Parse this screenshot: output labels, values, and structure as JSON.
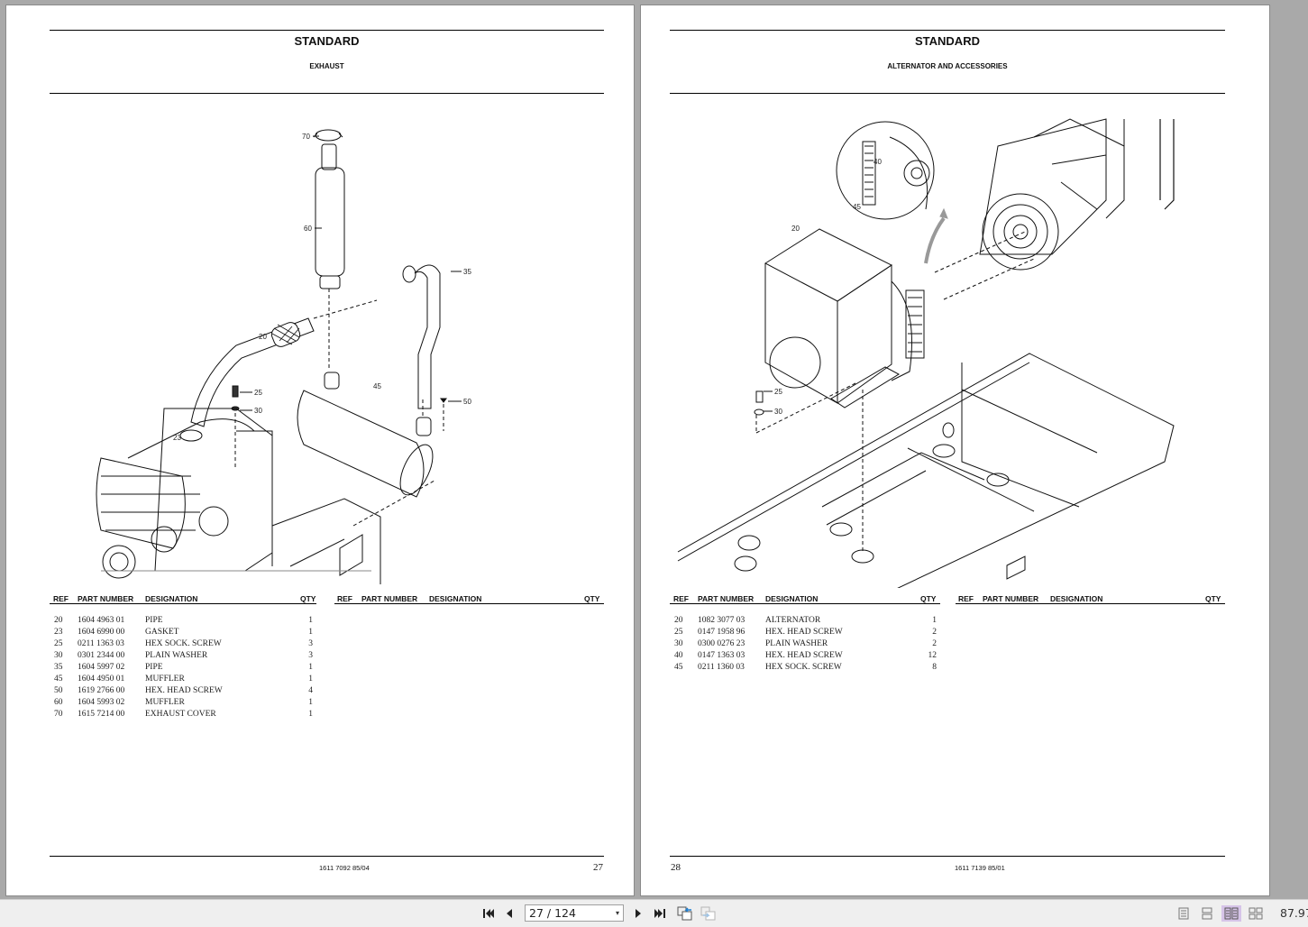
{
  "left_page": {
    "title": "STANDARD",
    "subtitle": "EXHAUST",
    "illustration": "exhaust-exploded-view",
    "callouts": [
      "70",
      "60",
      "35",
      "20",
      "25",
      "30",
      "23",
      "45",
      "50"
    ],
    "table_headers": {
      "ref": "REF",
      "part_number": "PART NUMBER",
      "designation": "DESIGNATION",
      "qty": "QTY"
    },
    "rows": [
      {
        "ref": "20",
        "part_number": "1604 4963 01",
        "designation": "PIPE",
        "qty": "1"
      },
      {
        "ref": "23",
        "part_number": "1604 6990 00",
        "designation": "GASKET",
        "qty": "1"
      },
      {
        "ref": "25",
        "part_number": "0211 1363 03",
        "designation": "HEX SOCK. SCREW",
        "qty": "3"
      },
      {
        "ref": "30",
        "part_number": "0301 2344 00",
        "designation": "PLAIN WASHER",
        "qty": "3"
      },
      {
        "ref": "35",
        "part_number": "1604 5997 02",
        "designation": "PIPE",
        "qty": "1"
      },
      {
        "ref": "45",
        "part_number": "1604 4950 01",
        "designation": "MUFFLER",
        "qty": "1"
      },
      {
        "ref": "50",
        "part_number": "1619 2766 00",
        "designation": "HEX. HEAD SCREW",
        "qty": "4"
      },
      {
        "ref": "60",
        "part_number": "1604 5993 02",
        "designation": "MUFFLER",
        "qty": "1"
      },
      {
        "ref": "70",
        "part_number": "1615 7214 00",
        "designation": "EXHAUST COVER",
        "qty": "1"
      }
    ],
    "footer_code": "1611 7092 85/04",
    "page_number": "27"
  },
  "right_page": {
    "title": "STANDARD",
    "subtitle": "ALTERNATOR AND ACCESSORIES",
    "illustration": "alternator-exploded-view",
    "callouts": [
      "40",
      "45",
      "20",
      "25",
      "30"
    ],
    "table_headers": {
      "ref": "REF",
      "part_number": "PART NUMBER",
      "designation": "DESIGNATION",
      "qty": "QTY"
    },
    "rows": [
      {
        "ref": "20",
        "part_number": "1082 3077 03",
        "designation": "ALTERNATOR",
        "qty": "1"
      },
      {
        "ref": "25",
        "part_number": "0147 1958 96",
        "designation": "HEX. HEAD SCREW",
        "qty": "2"
      },
      {
        "ref": "30",
        "part_number": "0300 0276 23",
        "designation": "PLAIN WASHER",
        "qty": "2"
      },
      {
        "ref": "40",
        "part_number": "0147 1363 03",
        "designation": "HEX. HEAD SCREW",
        "qty": "12"
      },
      {
        "ref": "45",
        "part_number": "0211 1360 03",
        "designation": "HEX SOCK. SCREW",
        "qty": "8"
      }
    ],
    "footer_code": "1611 7139 85/01",
    "page_number": "28"
  },
  "toolbar": {
    "first_page_icon": "first-page-icon",
    "prev_page_icon": "previous-page-icon",
    "page_display": "27 / 124",
    "next_page_icon": "next-page-icon",
    "last_page_icon": "last-page-icon",
    "back_view_icon": "previous-view-icon",
    "forward_view_icon": "next-view-icon",
    "view_modes": [
      "single-page",
      "single-page-continuous",
      "two-page",
      "two-page-continuous"
    ],
    "active_view_mode": "two-page",
    "zoom_level": "87.97"
  }
}
